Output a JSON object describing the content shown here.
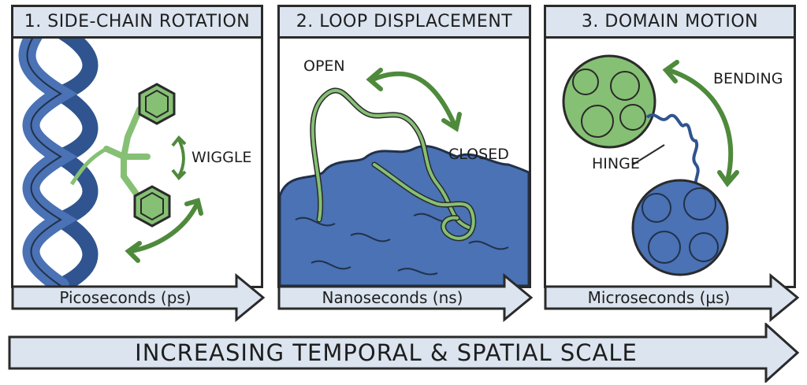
{
  "panels": [
    {
      "title": "1. SIDE-CHAIN ROTATION",
      "labels": {
        "motion": "WIGGLE"
      },
      "timescale": "Picoseconds (ps)"
    },
    {
      "title": "2. LOOP DISPLACEMENT",
      "labels": {
        "open": "OPEN",
        "closed": "CLOSED"
      },
      "timescale": "Nanoseconds (ns)"
    },
    {
      "title": "3. DOMAIN MOTION",
      "labels": {
        "bending": "BENDING",
        "hinge": "HINGE"
      },
      "timescale": "Microseconds (µs)"
    }
  ],
  "scale_banner": "INCREASING TEMPORAL & SPATIAL SCALE",
  "colors": {
    "protein_blue": "#4a72b4",
    "side_chain_green": "#86c074",
    "arrow_fill": "#dbe4ef",
    "outline": "#2a2a2a"
  }
}
